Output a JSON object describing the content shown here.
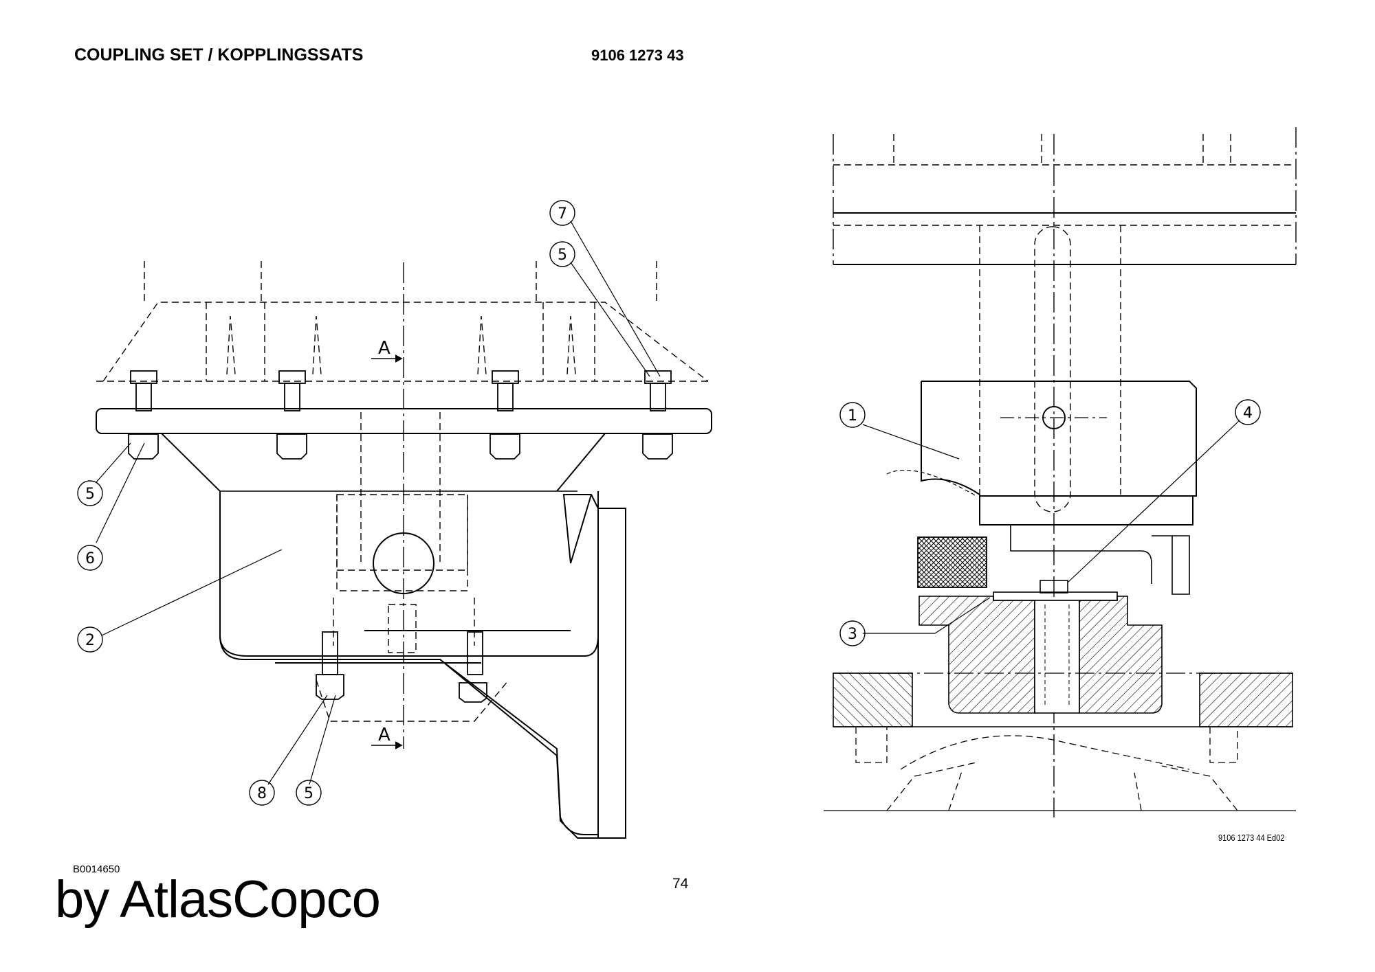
{
  "header": {
    "title": "COUPLING SET / KOPPLINGSSATS",
    "part_number": "9106 1273 43"
  },
  "drawing": {
    "left_view": {
      "section_marker": "A",
      "callouts": [
        "7",
        "5",
        "5",
        "6",
        "2",
        "8",
        "5"
      ]
    },
    "right_view": {
      "callouts": [
        "1",
        "4",
        "3"
      ]
    },
    "edition_code": "9106 1273 44 Ed02"
  },
  "footer": {
    "reference_code": "B0014650",
    "brand": "by AtlasCopco",
    "page_number": "74"
  }
}
